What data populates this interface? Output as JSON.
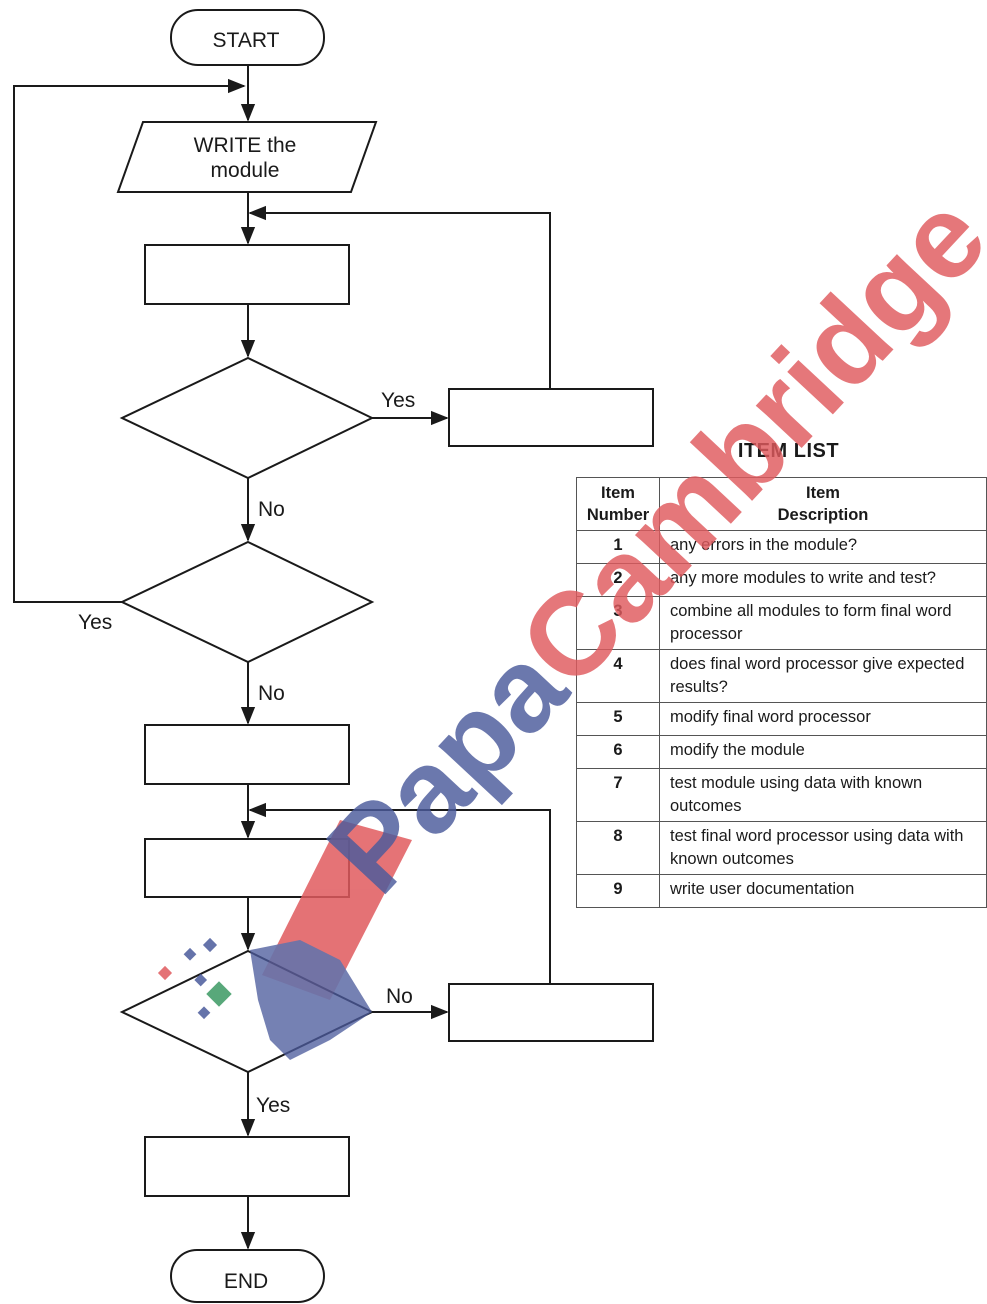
{
  "flowchart": {
    "start_label": "START",
    "end_label": "END",
    "write_module_label_line1": "WRITE the",
    "write_module_label_line2": "module",
    "edge_labels": {
      "decision1_yes": "Yes",
      "decision1_no": "No",
      "decision2_yes": "Yes",
      "decision2_no": "No",
      "decision3_no": "No",
      "decision3_yes": "Yes"
    }
  },
  "item_list": {
    "title": "ITEM LIST",
    "header_number_line1": "Item",
    "header_number_line2": "Number",
    "header_description_line1": "Item",
    "header_description_line2": "Description",
    "items": [
      {
        "number": "1",
        "description": "any errors in the module?"
      },
      {
        "number": "2",
        "description": "any more modules to write and test?"
      },
      {
        "number": "3",
        "description": "combine all modules to form final word processor"
      },
      {
        "number": "4",
        "description": "does final word processor give expected results?"
      },
      {
        "number": "5",
        "description": "modify final word processor"
      },
      {
        "number": "6",
        "description": "modify the module"
      },
      {
        "number": "7",
        "description": "test module using data with known outcomes"
      },
      {
        "number": "8",
        "description": "test final word processor using data with known outcomes"
      },
      {
        "number": "9",
        "description": "write user documentation"
      }
    ]
  },
  "watermark": {
    "text": "PapaCambridge",
    "colors": {
      "papa": "#4b5b9c",
      "cambridge": "#e05a5e",
      "accent_green": "#3c9a63"
    }
  }
}
